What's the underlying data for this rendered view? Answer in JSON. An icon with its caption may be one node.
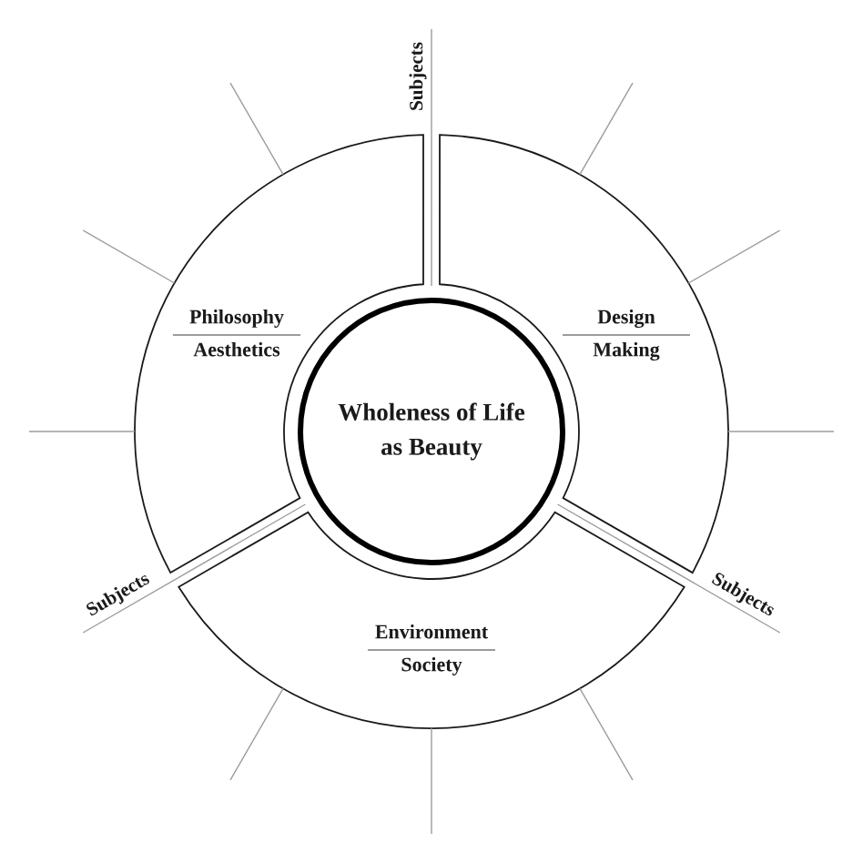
{
  "diagram": {
    "nodes": [
      {
        "text": [
          "Philosophy",
          "Aesthetics"
        ]
      },
      {
        "text": [
          "Design",
          "Making"
        ]
      },
      {
        "text": [
          "Wholeness of Life as Beauty"
        ]
      },
      {
        "text": [
          "Environment",
          "Society"
        ]
      }
    ],
    "edges": [
      {
        "from": 0,
        "to": null,
        "arrow": "none"
      },
      {
        "from": 0,
        "to": null,
        "arrow": "none"
      },
      {
        "from": 0,
        "to": null,
        "arrow": "none"
      },
      {
        "from": 1,
        "to": null,
        "arrow": "none"
      },
      {
        "from": 1,
        "to": null,
        "arrow": "none"
      },
      {
        "from": 1,
        "to": null,
        "arrow": "none"
      },
      {
        "from": 3,
        "to": null,
        "arrow": "none"
      },
      {
        "from": 3,
        "to": null,
        "arrow": "none"
      },
      {
        "from": 3,
        "to": null,
        "arrow": "none"
      }
    ],
    "labels": [
      "Subjects",
      "Subjects",
      "Subjects"
    ]
  }
}
